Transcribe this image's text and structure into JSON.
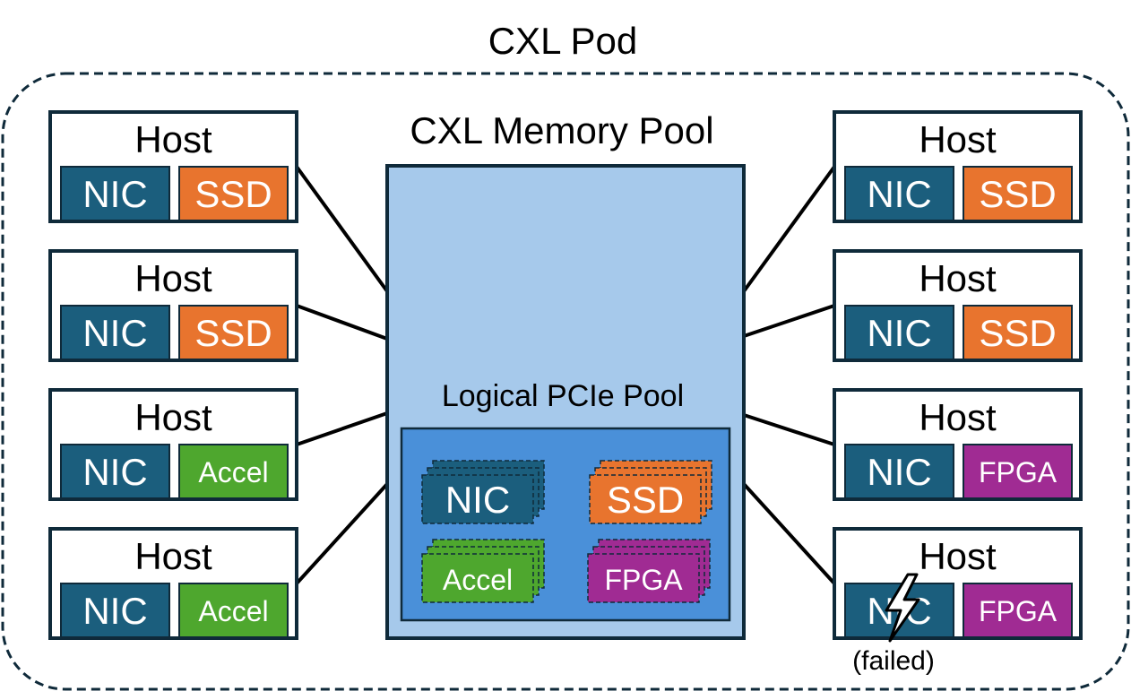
{
  "pod": {
    "title": "CXL Pod"
  },
  "memory_pool": {
    "title": "CXL Memory Pool"
  },
  "pcie_pool": {
    "title": "Logical PCIe Pool",
    "devices": [
      {
        "label": "NIC",
        "kind": "nic"
      },
      {
        "label": "SSD",
        "kind": "ssd"
      },
      {
        "label": "Accel",
        "kind": "accel"
      },
      {
        "label": "FPGA",
        "kind": "fpga"
      }
    ]
  },
  "hosts_left": [
    {
      "title": "Host",
      "left_device": "NIC",
      "right_device": "SSD",
      "right_kind": "ssd"
    },
    {
      "title": "Host",
      "left_device": "NIC",
      "right_device": "SSD",
      "right_kind": "ssd"
    },
    {
      "title": "Host",
      "left_device": "NIC",
      "right_device": "Accel",
      "right_kind": "accel"
    },
    {
      "title": "Host",
      "left_device": "NIC",
      "right_device": "Accel",
      "right_kind": "accel"
    }
  ],
  "hosts_right": [
    {
      "title": "Host",
      "left_device": "NIC",
      "right_device": "SSD",
      "right_kind": "ssd"
    },
    {
      "title": "Host",
      "left_device": "NIC",
      "right_device": "SSD",
      "right_kind": "ssd"
    },
    {
      "title": "Host",
      "left_device": "NIC",
      "right_device": "FPGA",
      "right_kind": "fpga"
    },
    {
      "title": "Host",
      "left_device": "NIC",
      "right_device": "FPGA",
      "right_kind": "fpga",
      "failed": true,
      "failed_label": "(failed)"
    }
  ],
  "colors": {
    "nic": "#1b5e7d",
    "ssd": "#e8742e",
    "accel": "#4ea72e",
    "fpga": "#a02b93",
    "outline": "#0f2a3a",
    "memory_fill": "#a6c9eb",
    "pcie_fill": "#4a90d9"
  }
}
